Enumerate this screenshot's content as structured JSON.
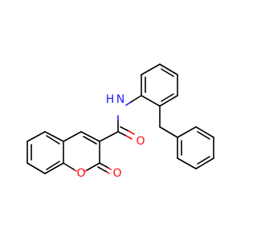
{
  "molecule": {
    "atom_labels": {
      "amide_n": "N",
      "amide_h": "H",
      "amide_o": "O",
      "ring_o": "O",
      "lactone_o": "O"
    },
    "colors": {
      "bond": "#000000",
      "oxygen": "#ff0d0d",
      "nitrogen": "#1c1cff"
    }
  }
}
